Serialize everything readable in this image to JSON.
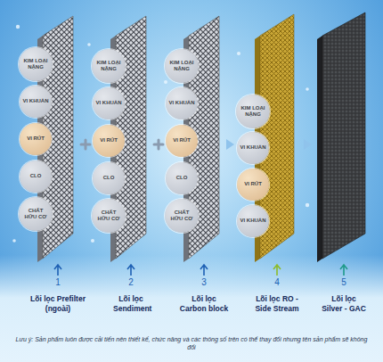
{
  "diagram": {
    "nodes": [
      {
        "text": [
          "KIM LOẠI NẶNG"
        ]
      },
      {
        "text": [
          "VI KHUẨN"
        ]
      },
      {
        "text": [
          "VI RÚT"
        ]
      },
      {
        "text": [
          "CLO"
        ]
      },
      {
        "text": [
          "CHẤT HỮU CƠ"
        ]
      },
      {
        "text": [
          "KIM LOẠI NẶNG"
        ]
      },
      {
        "text": [
          "VI KHUẨN"
        ]
      },
      {
        "text": [
          "VI RÚT"
        ]
      },
      {
        "text": [
          "CLO"
        ]
      },
      {
        "text": [
          "CHẤT HỮU CƠ"
        ]
      },
      {
        "text": [
          "KIM LOẠI NẶNG"
        ]
      },
      {
        "text": [
          "VI KHUẨN"
        ]
      },
      {
        "text": [
          "VI RÚT"
        ]
      },
      {
        "text": [
          "CLO"
        ]
      },
      {
        "text": [
          "CHẤT HỮU CƠ"
        ]
      },
      {
        "text": [
          "KIM LOẠI NẶNG"
        ]
      },
      {
        "text": [
          "VI KHUẨN"
        ]
      },
      {
        "text": [
          "VI RÚT"
        ]
      },
      {
        "text": [
          "VI KHUẨN"
        ]
      }
    ],
    "labels": [
      "1",
      "2",
      "3",
      "4",
      "5",
      "Lõi lọc Prefilter (ngoài)",
      "Lõi lọc Sendiment",
      "Lõi lọc Carbon block",
      "Lõi lọc RO - Side Stream",
      "Lõi lọc Silver - GAC",
      "Lưu ý: Sản phẩm luôn được cải tiến nên thiết kế, chức năng và các thông số trên có thể thay đổi nhưng tên sản phẩm sẽ không đổi"
    ]
  }
}
